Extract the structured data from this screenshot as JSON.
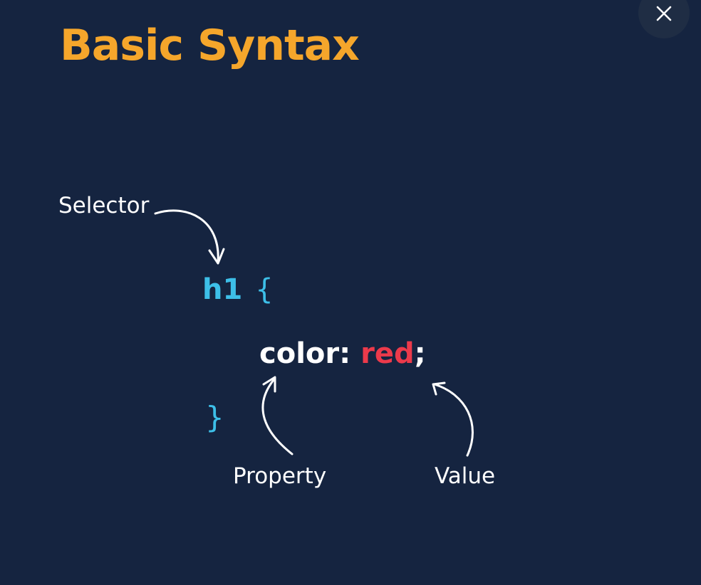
{
  "slide": {
    "title": "Basic Syntax",
    "close_icon": "close-icon"
  },
  "code": {
    "selector": "h1",
    "open_brace": "{",
    "property": "color:",
    "value": "red",
    "semicolon": ";",
    "close_brace": "}"
  },
  "annotations": {
    "selector_label": "Selector",
    "property_label": "Property",
    "value_label": "Value"
  },
  "colors": {
    "background": "#152440",
    "title": "#f5a62b",
    "selector": "#3dbfe8",
    "value": "#ec3a4b",
    "text": "#ffffff"
  }
}
